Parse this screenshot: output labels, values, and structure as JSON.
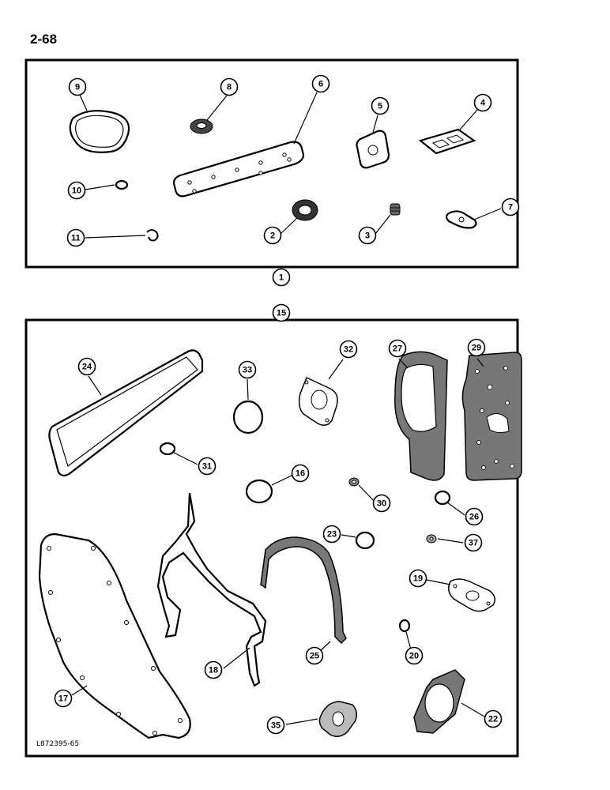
{
  "page": {
    "number": "2-68",
    "figure_code": "L872395-65"
  },
  "upper_kit": {
    "callout": "1"
  },
  "lower_kit": {
    "callout": "15"
  },
  "callouts": [
    "1",
    "2",
    "3",
    "4",
    "5",
    "6",
    "7",
    "8",
    "9",
    "10",
    "11",
    "15",
    "16",
    "17",
    "18",
    "19",
    "20",
    "22",
    "23",
    "24",
    "25",
    "26",
    "27",
    "29",
    "30",
    "31",
    "32",
    "33",
    "35",
    "37"
  ]
}
